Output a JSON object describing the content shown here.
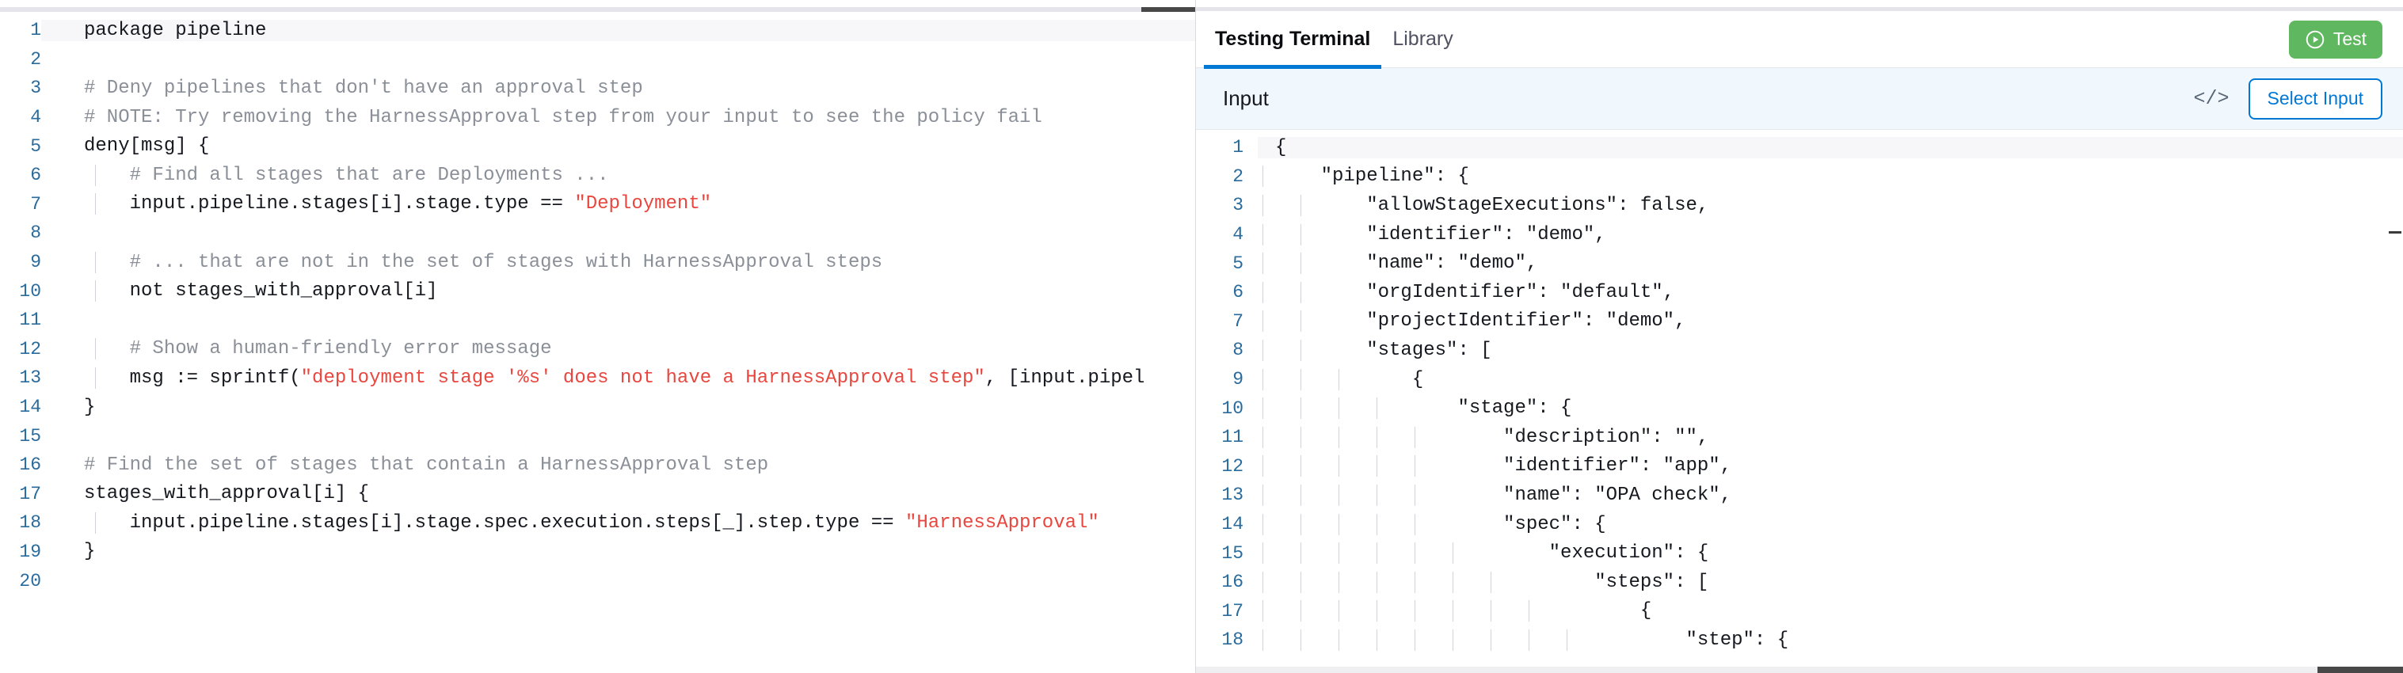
{
  "editor": {
    "language": "rego",
    "scrollbar": {
      "orientation": "horizontal"
    },
    "lines": [
      {
        "n": "1",
        "segments": [
          {
            "t": "package pipeline",
            "c": "kw"
          }
        ],
        "guide": 0
      },
      {
        "n": "2",
        "segments": [
          {
            "t": "",
            "c": "kw"
          }
        ],
        "guide": 0
      },
      {
        "n": "3",
        "segments": [
          {
            "t": "# Deny pipelines that don't have an approval step",
            "c": "cm"
          }
        ],
        "guide": 0
      },
      {
        "n": "4",
        "segments": [
          {
            "t": "# NOTE: Try removing the HarnessApproval step from your input to see the policy fail",
            "c": "cm"
          }
        ],
        "guide": 0
      },
      {
        "n": "5",
        "segments": [
          {
            "t": "deny[msg] {",
            "c": "kw"
          }
        ],
        "guide": 0
      },
      {
        "n": "6",
        "segments": [
          {
            "t": "    # Find all stages that are Deployments ...",
            "c": "cm"
          }
        ],
        "guide": 1
      },
      {
        "n": "7",
        "segments": [
          {
            "t": "    input.pipeline.stages[i].stage.type == ",
            "c": "kw"
          },
          {
            "t": "\"Deployment\"",
            "c": "str"
          }
        ],
        "guide": 1
      },
      {
        "n": "8",
        "segments": [
          {
            "t": "",
            "c": "kw"
          }
        ],
        "guide": 1
      },
      {
        "n": "9",
        "segments": [
          {
            "t": "    # ... that are not in the set of stages with HarnessApproval steps",
            "c": "cm"
          }
        ],
        "guide": 1
      },
      {
        "n": "10",
        "segments": [
          {
            "t": "    not stages_with_approval[i]",
            "c": "kw"
          }
        ],
        "guide": 1
      },
      {
        "n": "11",
        "segments": [
          {
            "t": "",
            "c": "kw"
          }
        ],
        "guide": 1
      },
      {
        "n": "12",
        "segments": [
          {
            "t": "    # Show a human-friendly error message",
            "c": "cm"
          }
        ],
        "guide": 1
      },
      {
        "n": "13",
        "segments": [
          {
            "t": "    msg := sprintf(",
            "c": "kw"
          },
          {
            "t": "\"deployment stage '%s' does not have a HarnessApproval step\"",
            "c": "str"
          },
          {
            "t": ", [input.pipel",
            "c": "kw"
          }
        ],
        "guide": 1
      },
      {
        "n": "14",
        "segments": [
          {
            "t": "}",
            "c": "kw"
          }
        ],
        "guide": 0
      },
      {
        "n": "15",
        "segments": [
          {
            "t": "",
            "c": "kw"
          }
        ],
        "guide": 0
      },
      {
        "n": "16",
        "segments": [
          {
            "t": "# Find the set of stages that contain a HarnessApproval step",
            "c": "cm"
          }
        ],
        "guide": 0
      },
      {
        "n": "17",
        "segments": [
          {
            "t": "stages_with_approval[i] {",
            "c": "kw"
          }
        ],
        "guide": 0
      },
      {
        "n": "18",
        "segments": [
          {
            "t": "    input.pipeline.stages[i].stage.spec.execution.steps[_].step.type == ",
            "c": "kw"
          },
          {
            "t": "\"HarnessApproval\"",
            "c": "str"
          }
        ],
        "guide": 1
      },
      {
        "n": "19",
        "segments": [
          {
            "t": "}",
            "c": "kw"
          }
        ],
        "guide": 0
      },
      {
        "n": "20",
        "segments": [
          {
            "t": "",
            "c": "kw"
          }
        ],
        "guide": 0
      }
    ]
  },
  "right": {
    "tabs": [
      {
        "label": "Testing Terminal",
        "active": true
      },
      {
        "label": "Library",
        "active": false
      }
    ],
    "test_button": {
      "label": "Test",
      "icon": "play-circle-icon",
      "color": "#5fb75f"
    },
    "input_bar": {
      "label": "Input",
      "code_toggle_icon": "</>",
      "select_input_label": "Select Input",
      "accent": "#0278d5",
      "background": "#f0f8fd"
    },
    "json": {
      "lines": [
        {
          "n": "1",
          "t": "{",
          "guides": 0
        },
        {
          "n": "2",
          "t": "    \"pipeline\": {",
          "guides": 1
        },
        {
          "n": "3",
          "t": "        \"allowStageExecutions\": false,",
          "guides": 2
        },
        {
          "n": "4",
          "t": "        \"identifier\": \"demo\",",
          "guides": 2
        },
        {
          "n": "5",
          "t": "        \"name\": \"demo\",",
          "guides": 2
        },
        {
          "n": "6",
          "t": "        \"orgIdentifier\": \"default\",",
          "guides": 2
        },
        {
          "n": "7",
          "t": "        \"projectIdentifier\": \"demo\",",
          "guides": 2
        },
        {
          "n": "8",
          "t": "        \"stages\": [",
          "guides": 2
        },
        {
          "n": "9",
          "t": "            {",
          "guides": 3
        },
        {
          "n": "10",
          "t": "                \"stage\": {",
          "guides": 4
        },
        {
          "n": "11",
          "t": "                    \"description\": \"\",",
          "guides": 5
        },
        {
          "n": "12",
          "t": "                    \"identifier\": \"app\",",
          "guides": 5
        },
        {
          "n": "13",
          "t": "                    \"name\": \"OPA check\",",
          "guides": 5
        },
        {
          "n": "14",
          "t": "                    \"spec\": {",
          "guides": 5
        },
        {
          "n": "15",
          "t": "                        \"execution\": {",
          "guides": 6
        },
        {
          "n": "16",
          "t": "                            \"steps\": [",
          "guides": 7
        },
        {
          "n": "17",
          "t": "                                {",
          "guides": 8
        },
        {
          "n": "18",
          "t": "                                    \"step\": {",
          "guides": 9
        }
      ]
    }
  }
}
